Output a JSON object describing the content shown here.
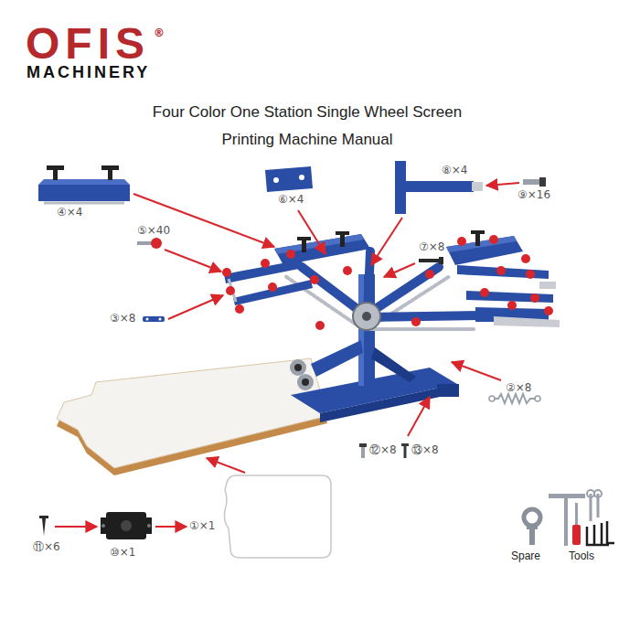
{
  "diagram": {
    "title": "Four Color One Station Single Wheel Screen Printing Machine Manual",
    "labels": [
      "OFIS",
      "®",
      "MACHINERY",
      "④×4",
      "⑥×4",
      "⑧×4",
      "⑨×16",
      "⑤×40",
      "⑦×8",
      "③×8",
      "②×8",
      "⑫×8",
      "⑬×8",
      "⑪×6",
      "⑩×1",
      "①×1",
      "Spare",
      "Tools"
    ]
  }
}
